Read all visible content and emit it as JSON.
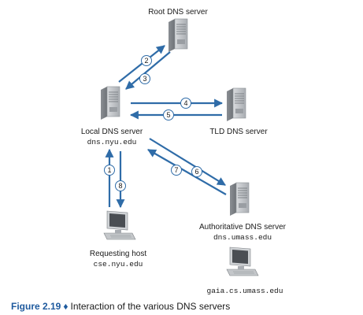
{
  "nodes": {
    "root": {
      "label": "Root DNS server"
    },
    "local": {
      "label": "Local DNS server",
      "host": "dns.nyu.edu"
    },
    "tld": {
      "label": "TLD DNS server"
    },
    "auth": {
      "label": "Authoritative DNS server",
      "host": "dns.umass.edu"
    },
    "requesting": {
      "label": "Requesting host",
      "host": "cse.nyu.edu"
    },
    "target": {
      "host": "gaia.cs.umass.edu"
    }
  },
  "steps": [
    "1",
    "2",
    "3",
    "4",
    "5",
    "6",
    "7",
    "8"
  ],
  "caption": {
    "figure": "Figure 2.19",
    "separator": "♦",
    "text": "Interaction of the various DNS servers"
  },
  "colors": {
    "arrow": "#2f6ca8",
    "accent": "#1e5a9e",
    "server_body": "#b9bcc0",
    "server_dark": "#7d8186"
  }
}
